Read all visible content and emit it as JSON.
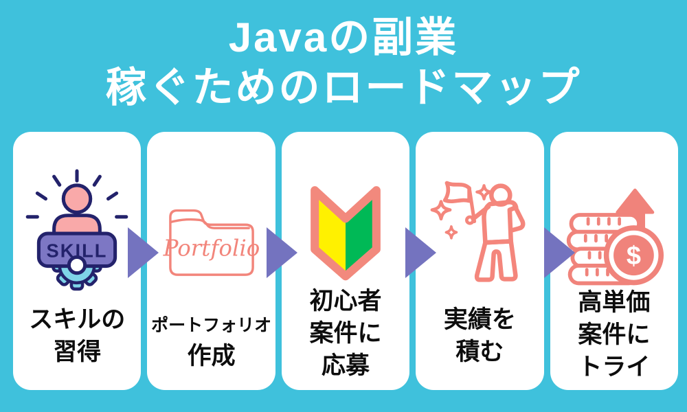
{
  "title": {
    "line1": "Javaの副業",
    "line2": "稼ぐためのロードマップ"
  },
  "steps": [
    {
      "id": "skill",
      "icon": "skill-badge-icon",
      "icon_text": "SKILL",
      "lines": [
        "スキルの",
        "習得"
      ]
    },
    {
      "id": "portfolio",
      "icon": "portfolio-folder-icon",
      "icon_text": "Portfolio",
      "lines": [
        "ポートフォリオ",
        "作成"
      ]
    },
    {
      "id": "beginner-jobs",
      "icon": "beginner-mark-icon",
      "lines": [
        "初心者",
        "案件に",
        "応募"
      ]
    },
    {
      "id": "experience",
      "icon": "flag-person-icon",
      "lines": [
        "実績を",
        "積む"
      ]
    },
    {
      "id": "high-price",
      "icon": "coins-dollar-icon",
      "icon_text": "$",
      "lines": [
        "高単価",
        "案件に",
        "トライ"
      ]
    }
  ],
  "arrows": {
    "count": 4,
    "direction": "right"
  },
  "colors": {
    "background": "#3FC1DC",
    "card": "#FFFFFF",
    "arrow_purple": "#7473BF",
    "title_text": "#FFFFFF",
    "label_text": "#0D0D0D",
    "navy_outline": "#23226B",
    "skill_pink": "#F9A9A9",
    "skill_banner_purple": "#7D77C4",
    "gear_blue": "#7FD4E8",
    "coral": "#F2857B",
    "beginner_yellow": "#FFF100",
    "beginner_green": "#00B956"
  }
}
